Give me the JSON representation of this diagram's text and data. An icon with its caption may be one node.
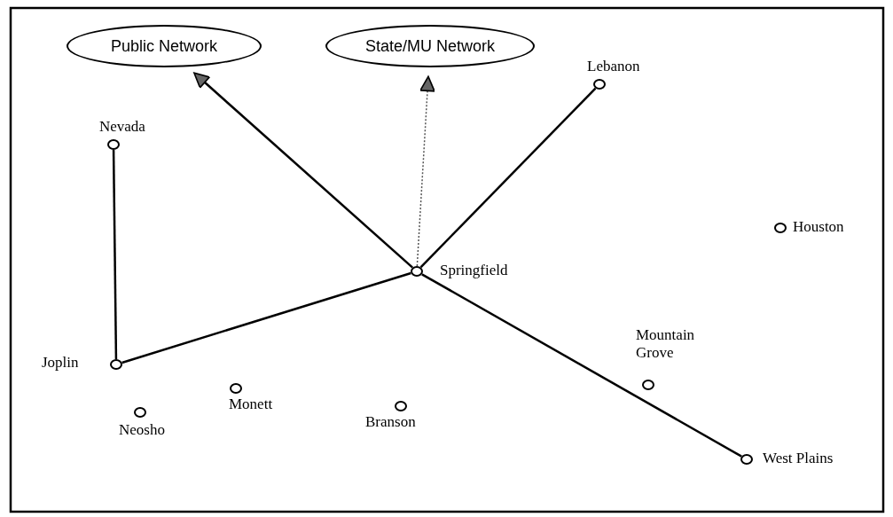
{
  "diagram": {
    "nodes": [
      {
        "text": [
          "Public Network"
        ]
      },
      {
        "text": [
          "State/MU Network"
        ]
      },
      {
        "text": [],
        "shape": "circle",
        "beside": [
          "Lebanon"
        ]
      },
      {
        "text": [],
        "shape": "circle",
        "beside": [
          "Nevada"
        ]
      },
      {
        "text": [],
        "shape": "circle",
        "beside": [
          "Houston"
        ]
      },
      {
        "text": [],
        "shape": "circle",
        "beside": [
          "Springfield"
        ]
      },
      {
        "text": [],
        "shape": "circle",
        "beside": [
          "Joplin"
        ]
      },
      {
        "text": [],
        "shape": "circle",
        "beside": [
          "Mountain Grove"
        ]
      },
      {
        "text": [],
        "shape": "circle",
        "beside": [
          "Monett"
        ]
      },
      {
        "text": [],
        "shape": "circle",
        "beside": [
          "Neosho"
        ]
      },
      {
        "text": [],
        "shape": "circle",
        "beside": [
          "Branson"
        ]
      },
      {
        "text": [],
        "shape": "circle",
        "beside": [
          "West Plains"
        ]
      }
    ],
    "edges": [
      {
        "from": 5,
        "to": 0,
        "arrow": "to"
      },
      {
        "from": 5,
        "to": 1,
        "arrow": "to",
        "style": "dashed"
      },
      {
        "from": 5,
        "to": 2,
        "arrow": "none"
      },
      {
        "from": 3,
        "to": 6,
        "arrow": "none"
      },
      {
        "from": 6,
        "to": 5,
        "arrow": "none"
      },
      {
        "from": 5,
        "to": 11,
        "arrow": "none"
      }
    ]
  }
}
